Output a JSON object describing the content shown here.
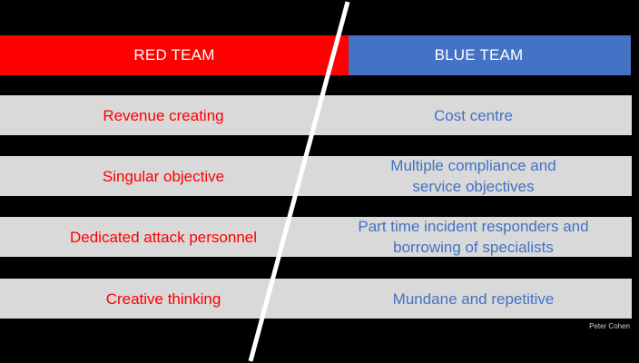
{
  "red_team": {
    "header": "RED TEAM",
    "color": "#ff0000",
    "items": [
      "Revenue creating",
      "Singular objective",
      "Dedicated attack personnel",
      "Creative thinking"
    ]
  },
  "blue_team": {
    "header": "BLUE TEAM",
    "color": "#4472c4",
    "items": [
      "Cost centre",
      "Multiple compliance and service objectives",
      "Part time incident responders and borrowing of specialists",
      "Mundane and repetitive"
    ]
  },
  "credit": "Peter Cohen",
  "colors": {
    "background": "#000000",
    "row_background": "#d9d9d9",
    "divider": "#ffffff"
  }
}
